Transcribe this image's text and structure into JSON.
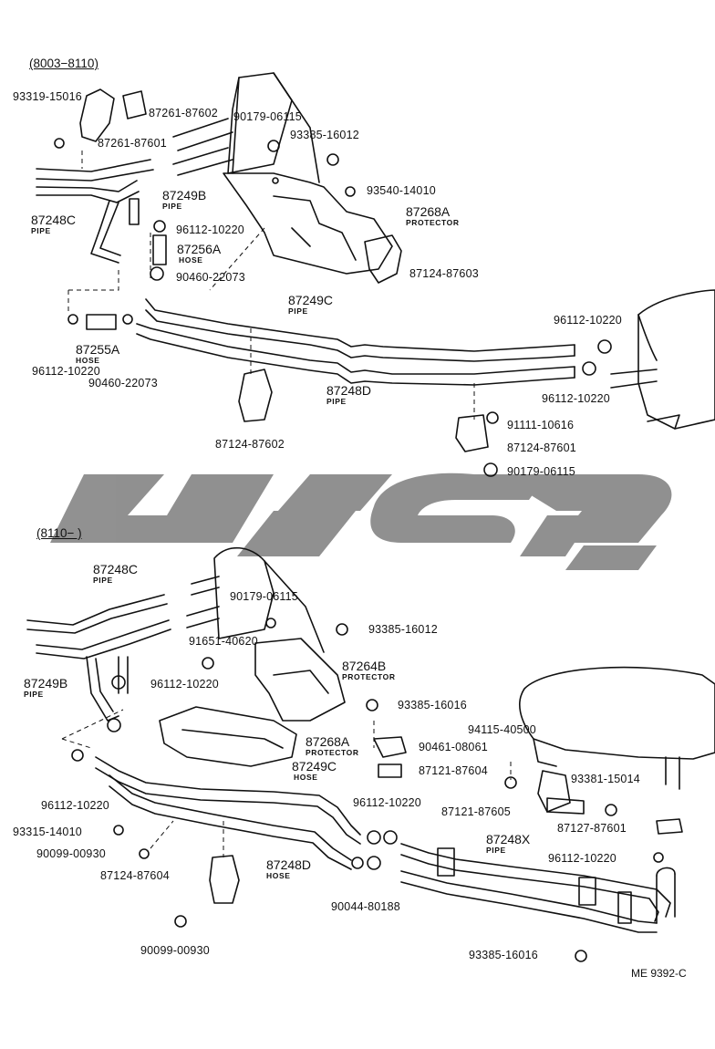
{
  "sections": [
    {
      "label": "(8003−8110)"
    },
    {
      "label": "(8110−      )"
    }
  ],
  "top_parts": [
    {
      "num": "93319-15016"
    },
    {
      "num": "87261-87602"
    },
    {
      "num": "87261-87601"
    },
    {
      "num": "90179-06115"
    },
    {
      "num": "93385-16012"
    },
    {
      "num": "93540-14010"
    },
    {
      "num": "87249B",
      "desc": "PIPE"
    },
    {
      "num": "87248C",
      "desc": "PIPE"
    },
    {
      "num": "96112-10220"
    },
    {
      "num": "87256A",
      "desc": "HOSE"
    },
    {
      "num": "87268A",
      "desc": "PROTECTOR"
    },
    {
      "num": "90460-22073"
    },
    {
      "num": "87124-87603"
    },
    {
      "num": "87249C",
      "desc": "PIPE"
    },
    {
      "num": "87255A",
      "desc": "HOSE"
    },
    {
      "num": "96112-10220"
    },
    {
      "num": "90460-22073"
    },
    {
      "num": "96112-10220"
    },
    {
      "num": "96112-10220"
    },
    {
      "num": "87248D",
      "desc": "PIPE"
    },
    {
      "num": "91111-10616"
    },
    {
      "num": "87124-87602"
    },
    {
      "num": "87124-87601"
    },
    {
      "num": "90179-06115"
    }
  ],
  "bottom_parts": [
    {
      "num": "87248C",
      "desc": "PIPE"
    },
    {
      "num": "90179-06115"
    },
    {
      "num": "93385-16012"
    },
    {
      "num": "91651-40620"
    },
    {
      "num": "87264B",
      "desc": "PROTECTOR"
    },
    {
      "num": "87249B",
      "desc": "PIPE"
    },
    {
      "num": "96112-10220"
    },
    {
      "num": "93385-16016"
    },
    {
      "num": "94115-40500"
    },
    {
      "num": "87268A",
      "desc": "PROTECTOR"
    },
    {
      "num": "90461-08061"
    },
    {
      "num": "87249C",
      "desc": "HOSE"
    },
    {
      "num": "87121-87604"
    },
    {
      "num": "93381-15014"
    },
    {
      "num": "96112-10220"
    },
    {
      "num": "96112-10220"
    },
    {
      "num": "87121-87605"
    },
    {
      "num": "87127-87601"
    },
    {
      "num": "93315-14010"
    },
    {
      "num": "87248X",
      "desc": "PIPE"
    },
    {
      "num": "90099-00930"
    },
    {
      "num": "96112-10220"
    },
    {
      "num": "87248D",
      "desc": "HOSE"
    },
    {
      "num": "87124-87604"
    },
    {
      "num": "90044-80188"
    },
    {
      "num": "90099-00930"
    },
    {
      "num": "93385-16016"
    }
  ],
  "reference": "ME 9392-C",
  "colors": {
    "line": "#111111",
    "watermark": "#8a8a8a"
  }
}
